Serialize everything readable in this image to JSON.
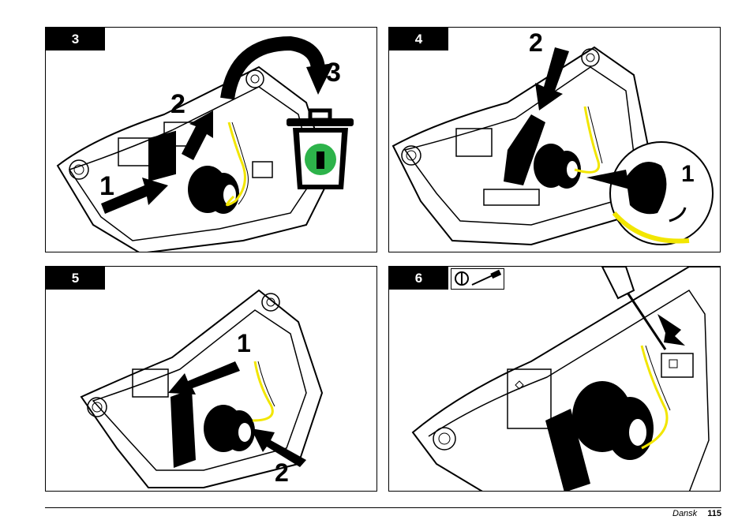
{
  "panels": [
    {
      "step": "3",
      "labels": [
        "1",
        "2",
        "3"
      ]
    },
    {
      "step": "4",
      "labels": [
        "2",
        "1"
      ]
    },
    {
      "step": "5",
      "labels": [
        "1",
        "2"
      ]
    },
    {
      "step": "6",
      "labels": []
    }
  ],
  "footer": {
    "language": "Dansk",
    "page": "115"
  },
  "colors": {
    "wire": "#f2e600",
    "recycle": "#2db34a",
    "ink": "#000000"
  }
}
